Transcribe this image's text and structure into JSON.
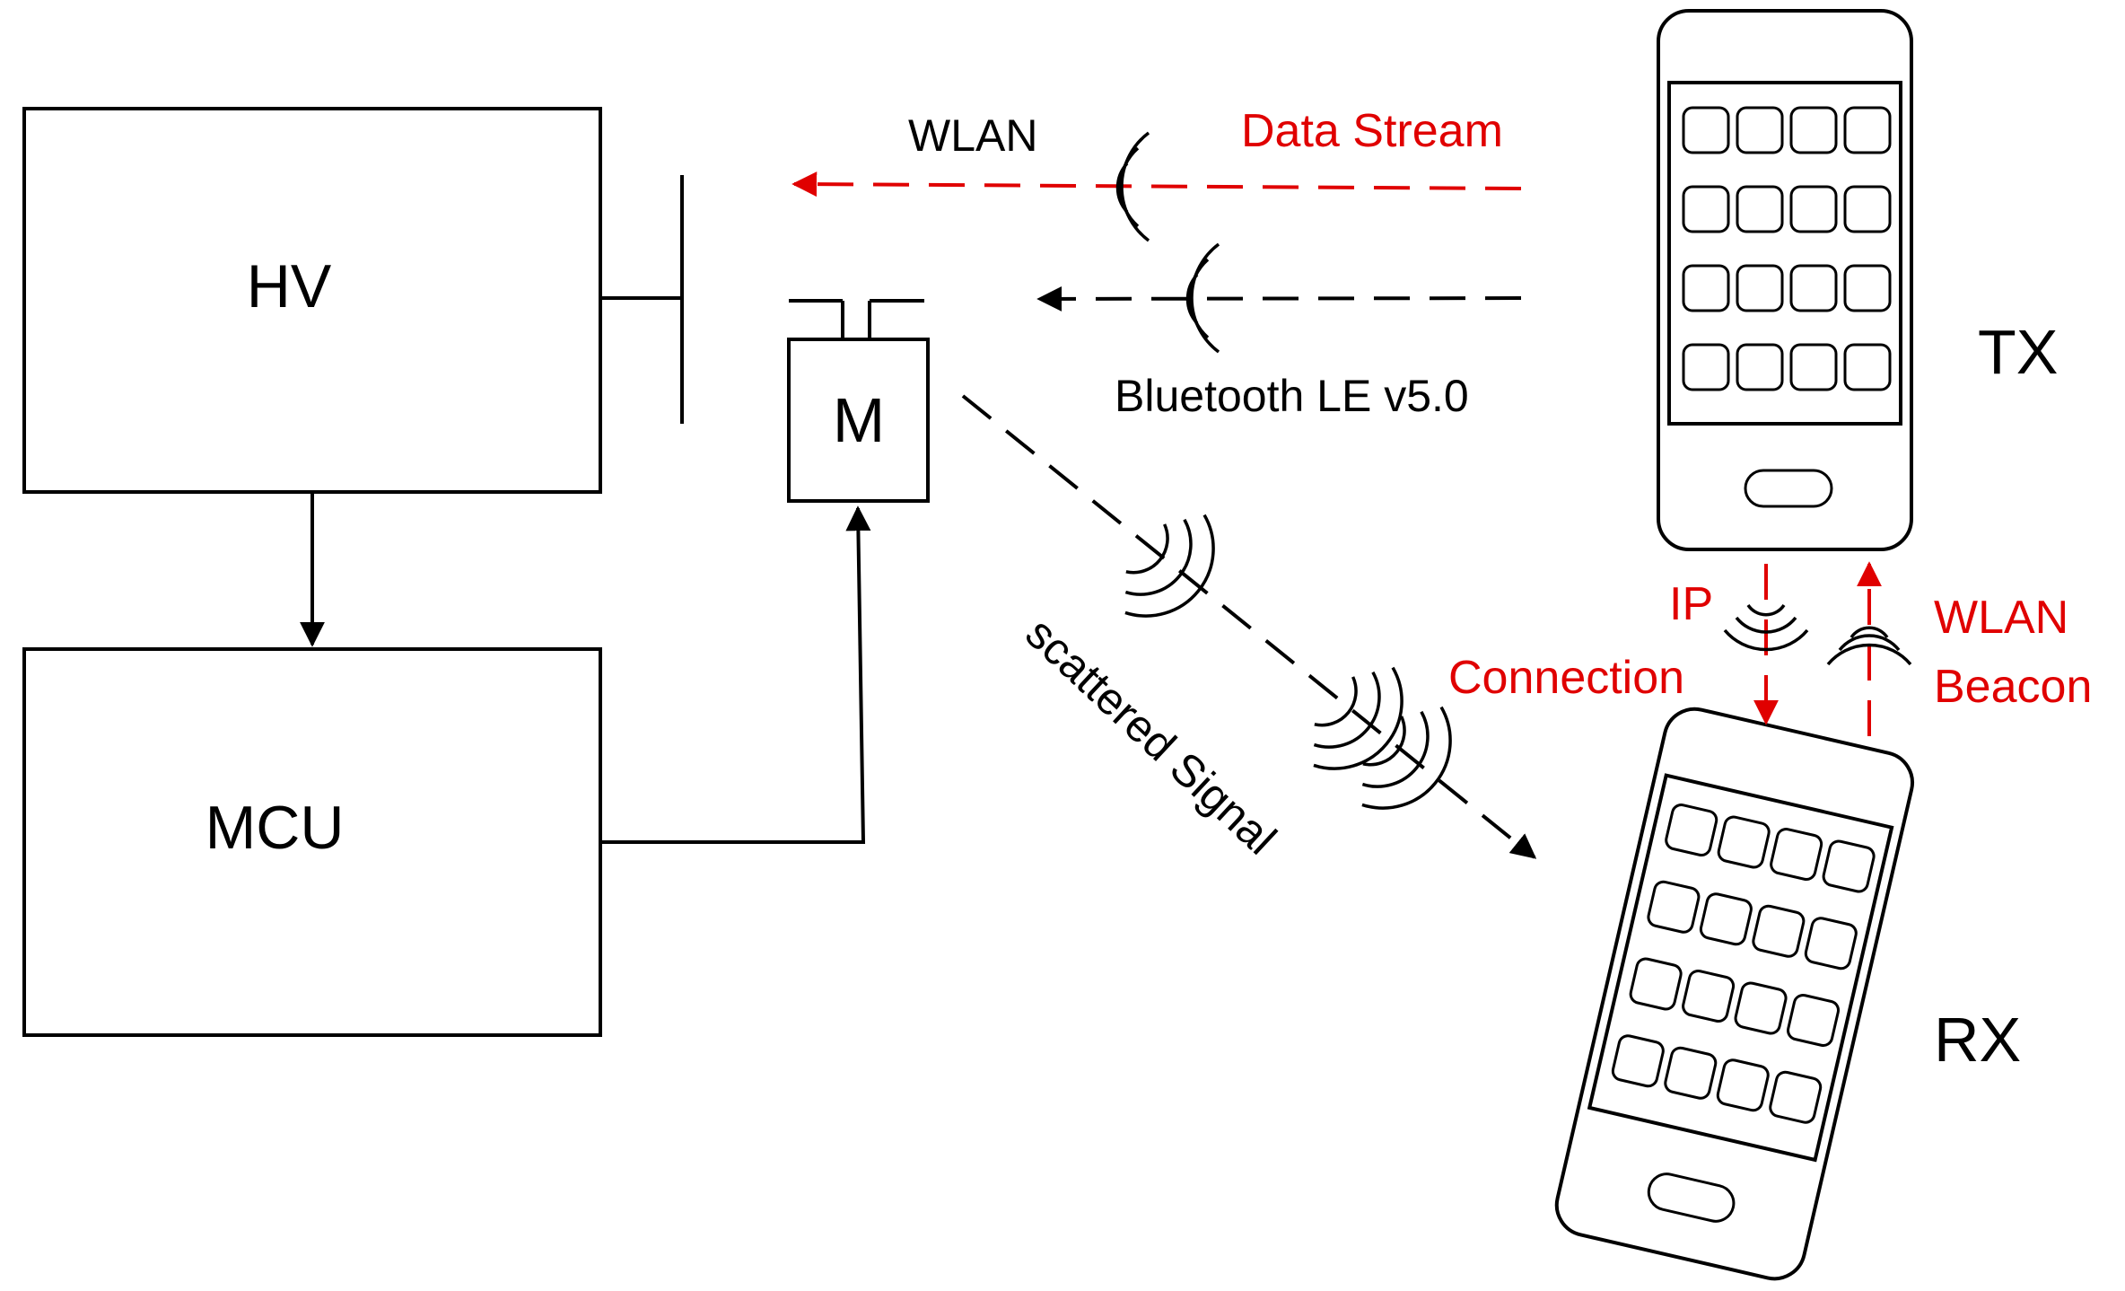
{
  "blocks": {
    "hv": "HV",
    "mcu": "MCU",
    "modulator": "M"
  },
  "devices": {
    "tx": "TX",
    "rx": "RX"
  },
  "links": {
    "wlan": "WLAN",
    "data_stream": "Data Stream",
    "bluetooth": "Bluetooth LE v5.0",
    "scattered_signal": "scattered Signal",
    "ip": "IP",
    "connection": "Connection",
    "wlan_beacon_1": "WLAN",
    "wlan_beacon_2": "Beacon"
  },
  "colors": {
    "accent": "#e00000",
    "line": "#000000"
  }
}
